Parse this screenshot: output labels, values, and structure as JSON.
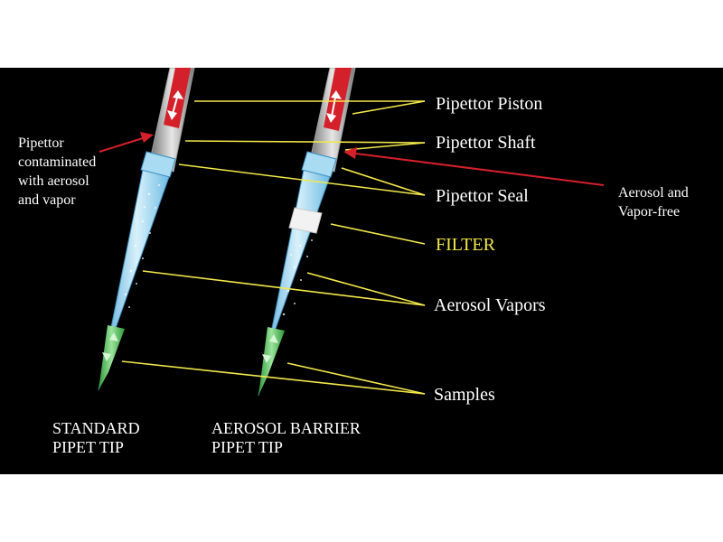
{
  "labels": {
    "piston": "Pipettor Piston",
    "shaft": "Pipettor Shaft",
    "seal": "Pipettor Seal",
    "filter": "FILTER",
    "aerosol_vapors": "Aerosol Vapors",
    "samples": "Samples"
  },
  "notes": {
    "contaminated": "Pipettor\ncontaminated\nwith aerosol\nand vapor",
    "vapor_free": "Aerosol and\nVapor-free"
  },
  "captions": {
    "standard": "STANDARD\nPIPET TIP",
    "barrier": "AEROSOL BARRIER\nPIPET TIP"
  },
  "colors": {
    "background": "#000000",
    "pointer_line": "#f3e84a",
    "red_arrow": "#d4202a",
    "piston": "#d4202a",
    "tip": "#7ec8ea",
    "sample": "#4fc24f",
    "filter_label": "#f3e84a"
  }
}
